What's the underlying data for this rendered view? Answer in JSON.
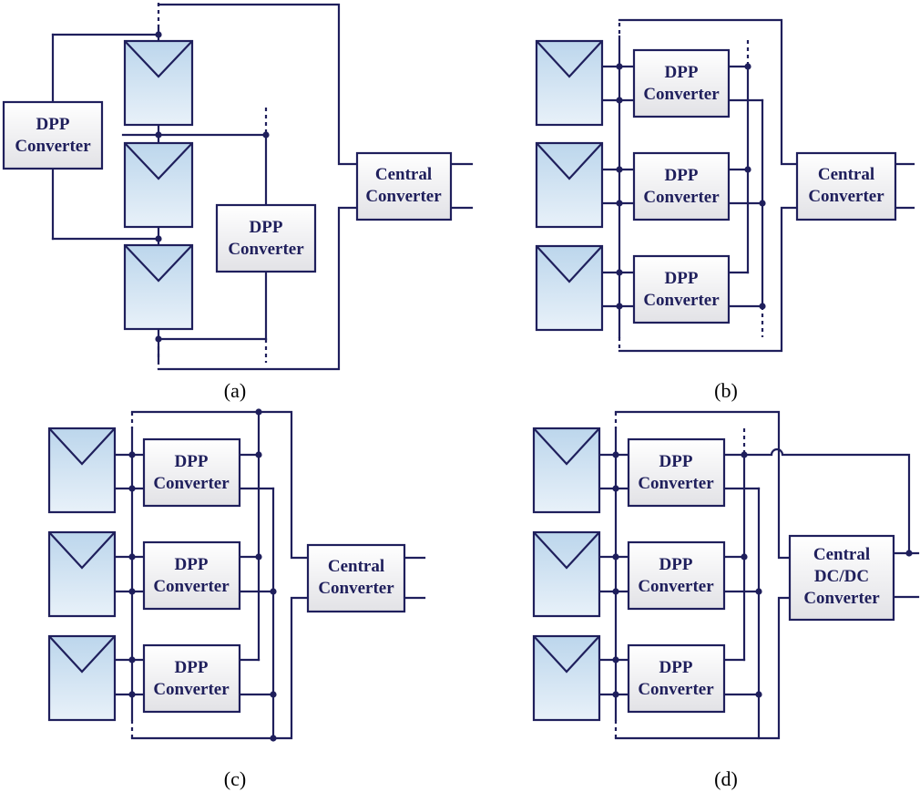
{
  "labels": {
    "dpp_line1": "DPP",
    "dpp_line2": "Converter",
    "central_line1": "Central",
    "central_line2": "Converter",
    "central_dcdc_line1": "Central",
    "central_dcdc_line2": "DC/DC",
    "central_dcdc_line3": "Converter"
  },
  "captions": {
    "a": "(a)",
    "b": "(b)",
    "c": "(c)",
    "d": "(d)"
  },
  "colors": {
    "wire": "#1f1f5c",
    "panel_fill": "#c9dff0",
    "box_fill": "#f0f0f2"
  }
}
